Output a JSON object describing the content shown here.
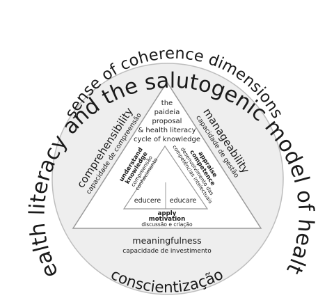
{
  "outer_arc_title": "health literacy and the salutogenic model of health",
  "inner_arc_title": "sense of coherence dimensions",
  "bottom_arc_title": "conscientização",
  "center_text": [
    "the",
    "paideia",
    "proposal",
    "& health literacy",
    "cycle of knowledge"
  ],
  "left_side": {
    "title": "comprehensibility",
    "subtitle": "capacidade de compreensão"
  },
  "right_side": {
    "title": "manageability",
    "subtitle": "capacidade de gestão"
  },
  "bottom_side": {
    "title": "meaningfulness",
    "subtitle": "capacidade de investimento"
  },
  "inner_left": {
    "bold": [
      "understand",
      "knowledge"
    ],
    "sub": [
      "compreensão",
      "conhecimento"
    ]
  },
  "inner_right": {
    "bold": [
      "appraise",
      "competence"
    ],
    "sub": [
      "desenvolvimento das",
      "competências intelectuais"
    ]
  },
  "inner_bottom": {
    "bold": [
      "apply",
      "motivation"
    ],
    "sub": [
      "discussão e criação"
    ]
  },
  "inner_labels": {
    "left": "educere",
    "right": "educare"
  },
  "colors": {
    "circle_fill": "#eeeeee",
    "circle_stroke": "#bdbdbd",
    "triangle_stroke": "#9a9a9a",
    "text": "#1a1a1a"
  }
}
